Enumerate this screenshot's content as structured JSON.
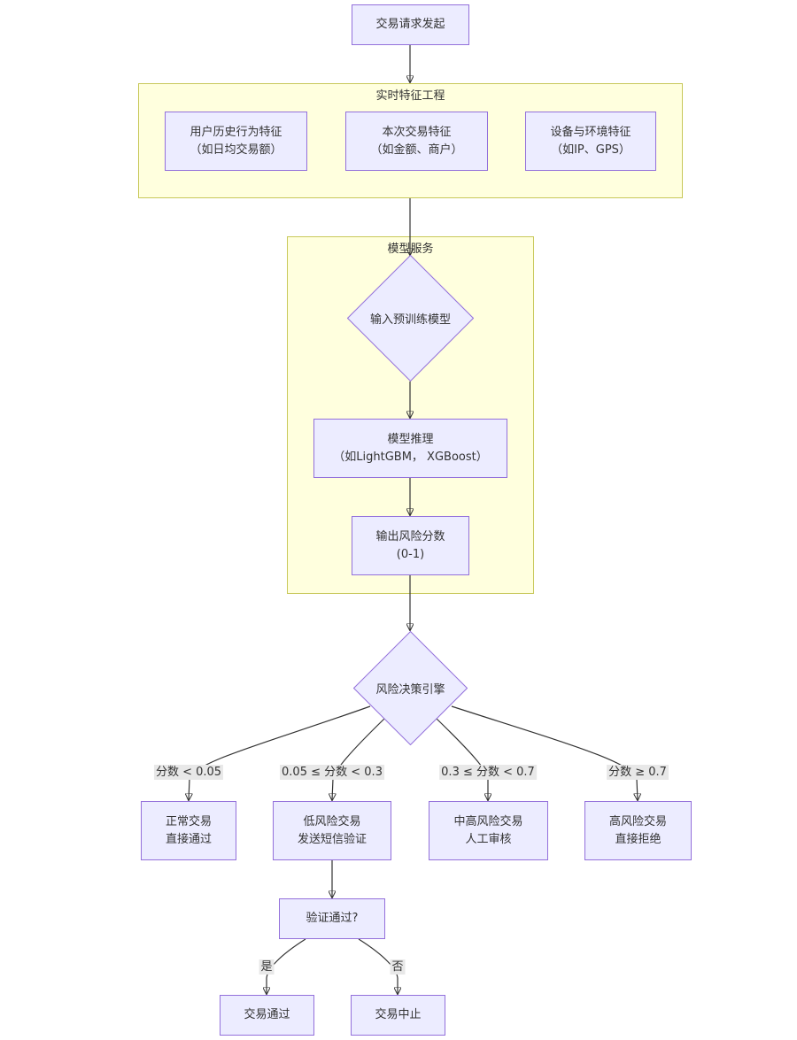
{
  "nodes": {
    "start": "交易请求发起",
    "hist_line1": "用户历史行为特征",
    "hist_line2": "（如日均交易额）",
    "txn_line1": "本次交易特征",
    "txn_line2": "（如金额、商户）",
    "dev_line1": "设备与环境特征",
    "dev_line2": "（如IP、GPS）",
    "input_model": "输入预训练模型",
    "infer_line1": "模型推理",
    "infer_line2": "（如LightGBM， XGBoost）",
    "score_line1": "输出风险分数",
    "score_line2": "(0-1)",
    "engine": "风险决策引擎",
    "normal_line1": "正常交易",
    "normal_line2": "直接通过",
    "low_line1": "低风险交易",
    "low_line2": "发送短信验证",
    "midhigh_line1": "中高风险交易",
    "midhigh_line2": "人工审核",
    "high_line1": "高风险交易",
    "high_line2": "直接拒绝",
    "verify": "验证通过?",
    "pass": "交易通过",
    "stop": "交易中止"
  },
  "clusters": {
    "features": "实时特征工程",
    "model_service": "模型服务"
  },
  "edge_labels": {
    "score_lt_005": "分数 < 0.05",
    "score_005_03": "0.05 ≤ 分数 < 0.3",
    "score_03_07": "0.3 ≤ 分数 < 0.7",
    "score_ge_07": "分数 ≥ 0.7",
    "yes": "是",
    "no": "否"
  },
  "colors": {
    "node_fill": "#ececff",
    "node_border": "#9370db",
    "cluster_fill": "#ffffde",
    "cluster_border": "#c8c85a",
    "edge": "#333333"
  }
}
